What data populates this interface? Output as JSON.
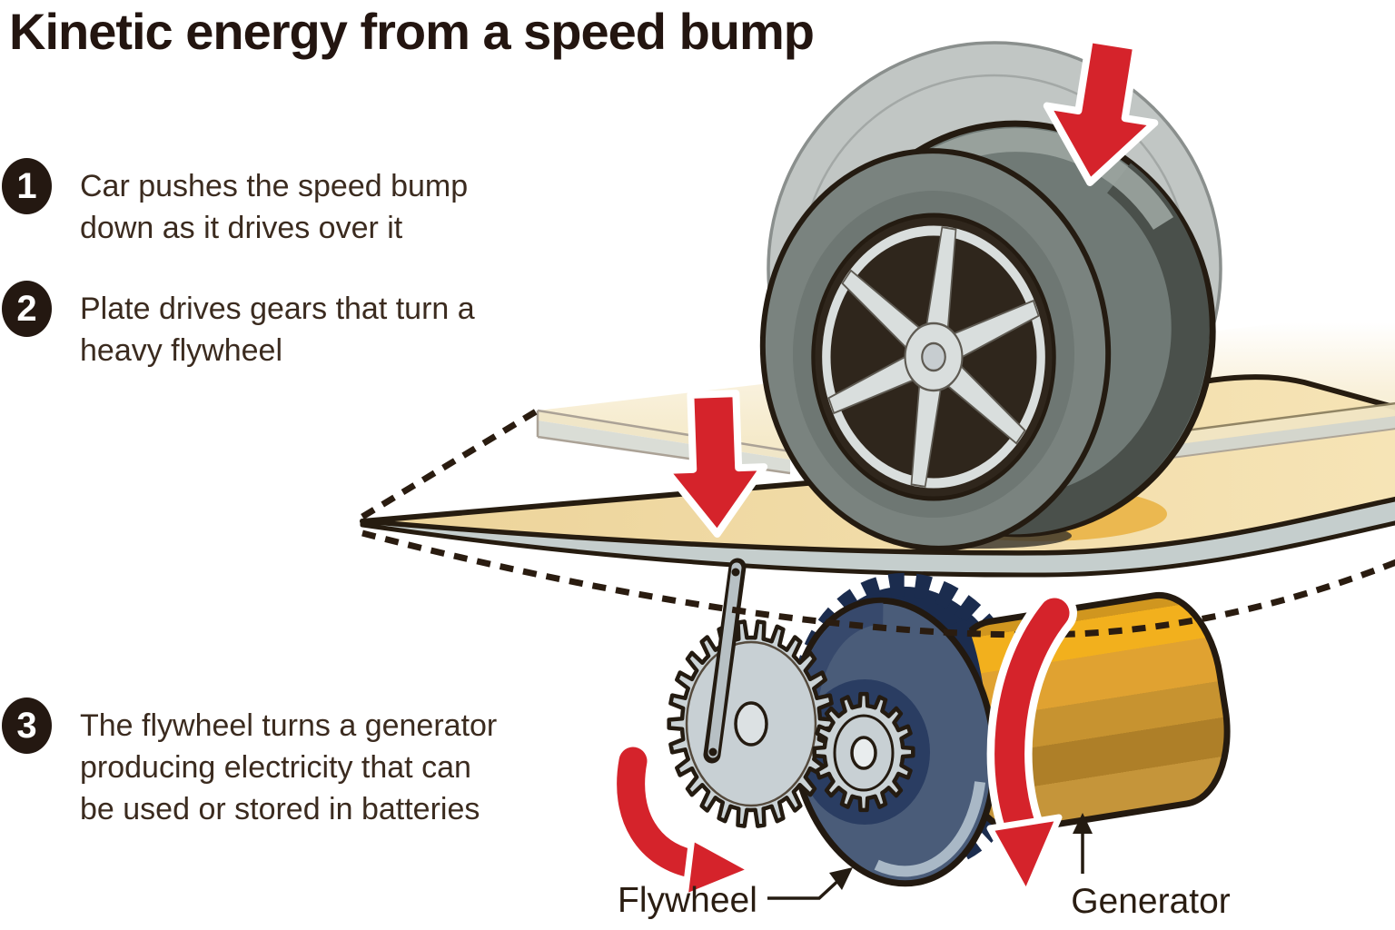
{
  "title": "Kinetic energy from a speed bump",
  "steps": [
    {
      "number": "1",
      "lines": [
        "Car pushes the speed bump",
        "down as it drives over it"
      ]
    },
    {
      "number": "2",
      "lines": [
        "Plate drives gears that turn a",
        "heavy flywheel"
      ]
    },
    {
      "number": "3",
      "lines": [
        "The flywheel turns a generator",
        "producing electricity that can",
        "be used or stored in batteries"
      ]
    }
  ],
  "labels": {
    "flywheel": "Flywheel",
    "generator": "Generator"
  },
  "colors": {
    "arrow_red": "#D5232B",
    "outline_dark": "#2A1C10",
    "title_black": "#231510",
    "text_dark": "#3B2B1F",
    "badge_black": "#241811",
    "plate_cream": "#F6ECCF",
    "plate_tan": "#F0DCA8",
    "plate_edge_gray": "#C5CECD",
    "contact_orange": "#EBB850",
    "tire_gray": "#7A837F",
    "ghost_tire_gray": "#C1C6C4",
    "wheel_silver": "#D9DEDD",
    "gear_silver": "#CBD3D6",
    "flywheel_blue": "#4A5C79",
    "flywheel_dark_blue": "#1B2C4E",
    "generator_orange": "#E0A231"
  }
}
